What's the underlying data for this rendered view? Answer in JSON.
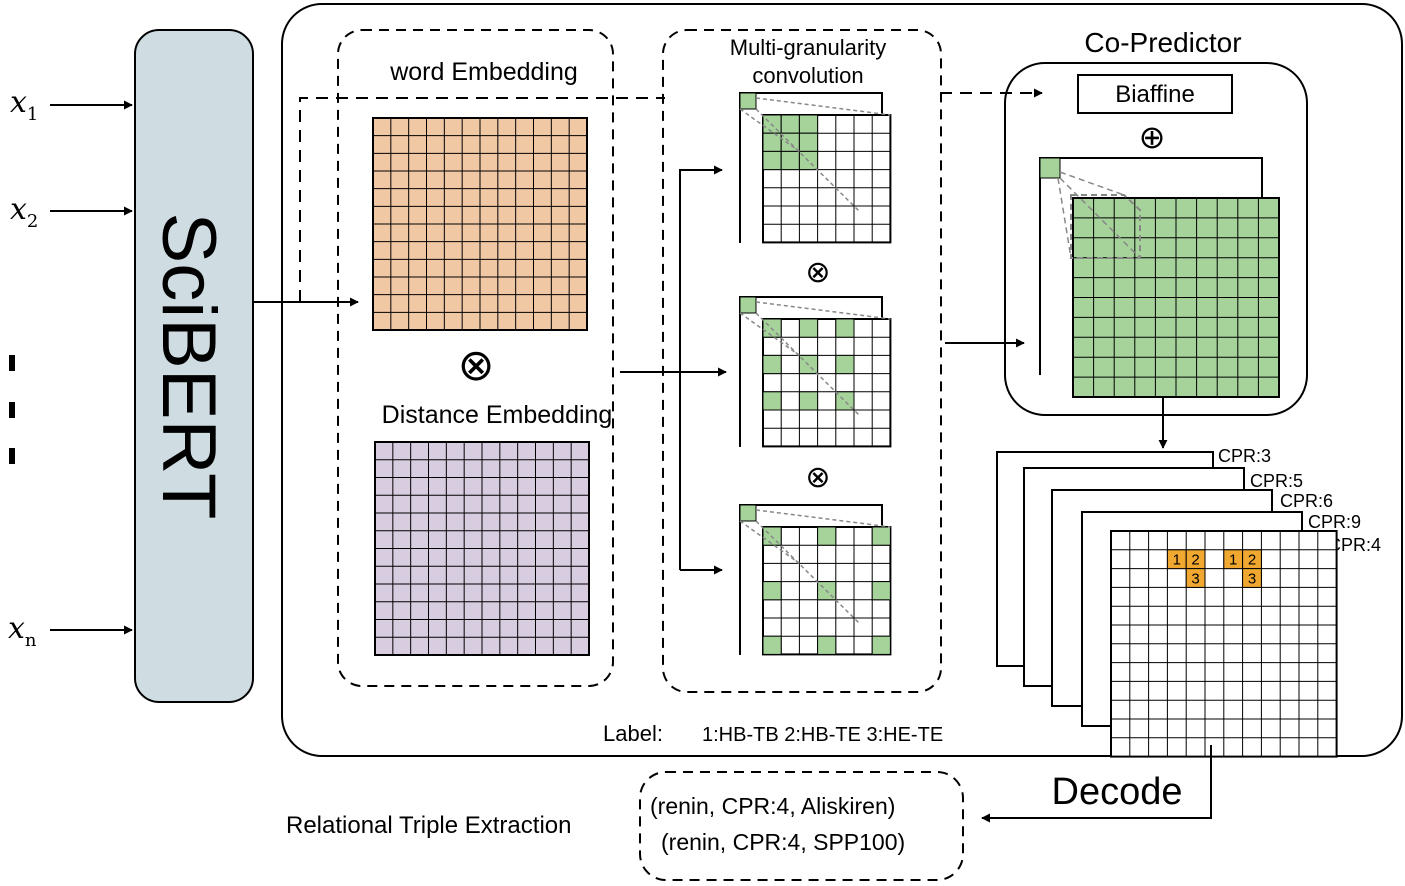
{
  "inputs": {
    "x1_base": "x",
    "x1_sub": "1",
    "x2_base": "x",
    "x2_sub": "2",
    "xn_base": "x",
    "xn_sub": "n"
  },
  "encoder": {
    "label": "SciBERT",
    "color": "#cfdde3"
  },
  "embeddings": {
    "word_label": "word Embedding",
    "word_color": "#f0c8a4",
    "combine_symbol": "⊗",
    "distance_label": "Distance Embedding",
    "distance_color": "#d8cce0"
  },
  "convolution": {
    "title_line1": "Multi-granularity",
    "title_line2": "convolution",
    "combine_symbol_1": "⊗",
    "combine_symbol_2": "⊗",
    "highlight_color": "#a5d39a"
  },
  "predictor": {
    "title": "Co-Predictor",
    "biaffine_label": "Biaffine",
    "plus_symbol": "⊕",
    "grid_color": "#a5d39a"
  },
  "output_planes": {
    "labels": [
      "CPR:3",
      "CPR:5",
      "CPR:6",
      "CPR:9",
      "CPR:4"
    ],
    "highlight_color": "#f0a830",
    "cell_labels": [
      "1",
      "2",
      "3",
      "1",
      "2",
      "3"
    ]
  },
  "legend": {
    "label_prefix": "Label:",
    "label_text": "1:HB-TB 2:HB-TE 3:HE-TE"
  },
  "decode": {
    "label": "Decode",
    "result_title": "Relational Triple Extraction",
    "triples": [
      "(renin, CPR:4, Aliskiren)",
      "(renin, CPR:4, SPP100)"
    ]
  }
}
